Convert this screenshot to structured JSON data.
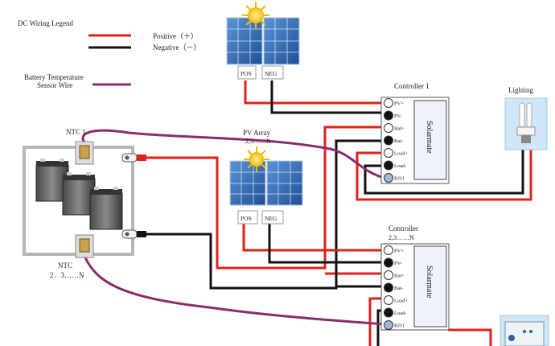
{
  "legend": {
    "title": "DC Wiring Legend",
    "positive": "Positive（＋）",
    "negative": "Negative（－）",
    "sensor_line1": "Battery Temperature",
    "sensor_line2": "Sensor Wire"
  },
  "panel_top": {
    "pos": "POS",
    "neg": "NEG"
  },
  "panel_mid": {
    "title": "PV Array",
    "sub": "2,3……N",
    "pos": "POS",
    "neg": "NEG"
  },
  "controller1": {
    "title": "Controller 1",
    "brand": "Solarmate",
    "terminals": [
      "PV+",
      "PV-",
      "Bat+",
      "Bat-",
      "Load+",
      "Load-",
      "RJ11"
    ]
  },
  "controller2": {
    "title": "Controller",
    "sub": "2,3……N",
    "brand": "Solarmate",
    "terminals": [
      "PV+",
      "PV-",
      "Bat+",
      "Bat-",
      "Load+",
      "Load-",
      "RJ11"
    ]
  },
  "lighting": {
    "label": "Lighting"
  },
  "ntc1": {
    "label": "NTC 1"
  },
  "ntc2": {
    "label": "NTC",
    "sub": "2．3……N"
  },
  "colors": {
    "positive": "#e0201b",
    "negative": "#111111",
    "sensor": "#8a2b6e",
    "panel_cell": "#2f6fb8",
    "sun": "#f2c21a"
  }
}
